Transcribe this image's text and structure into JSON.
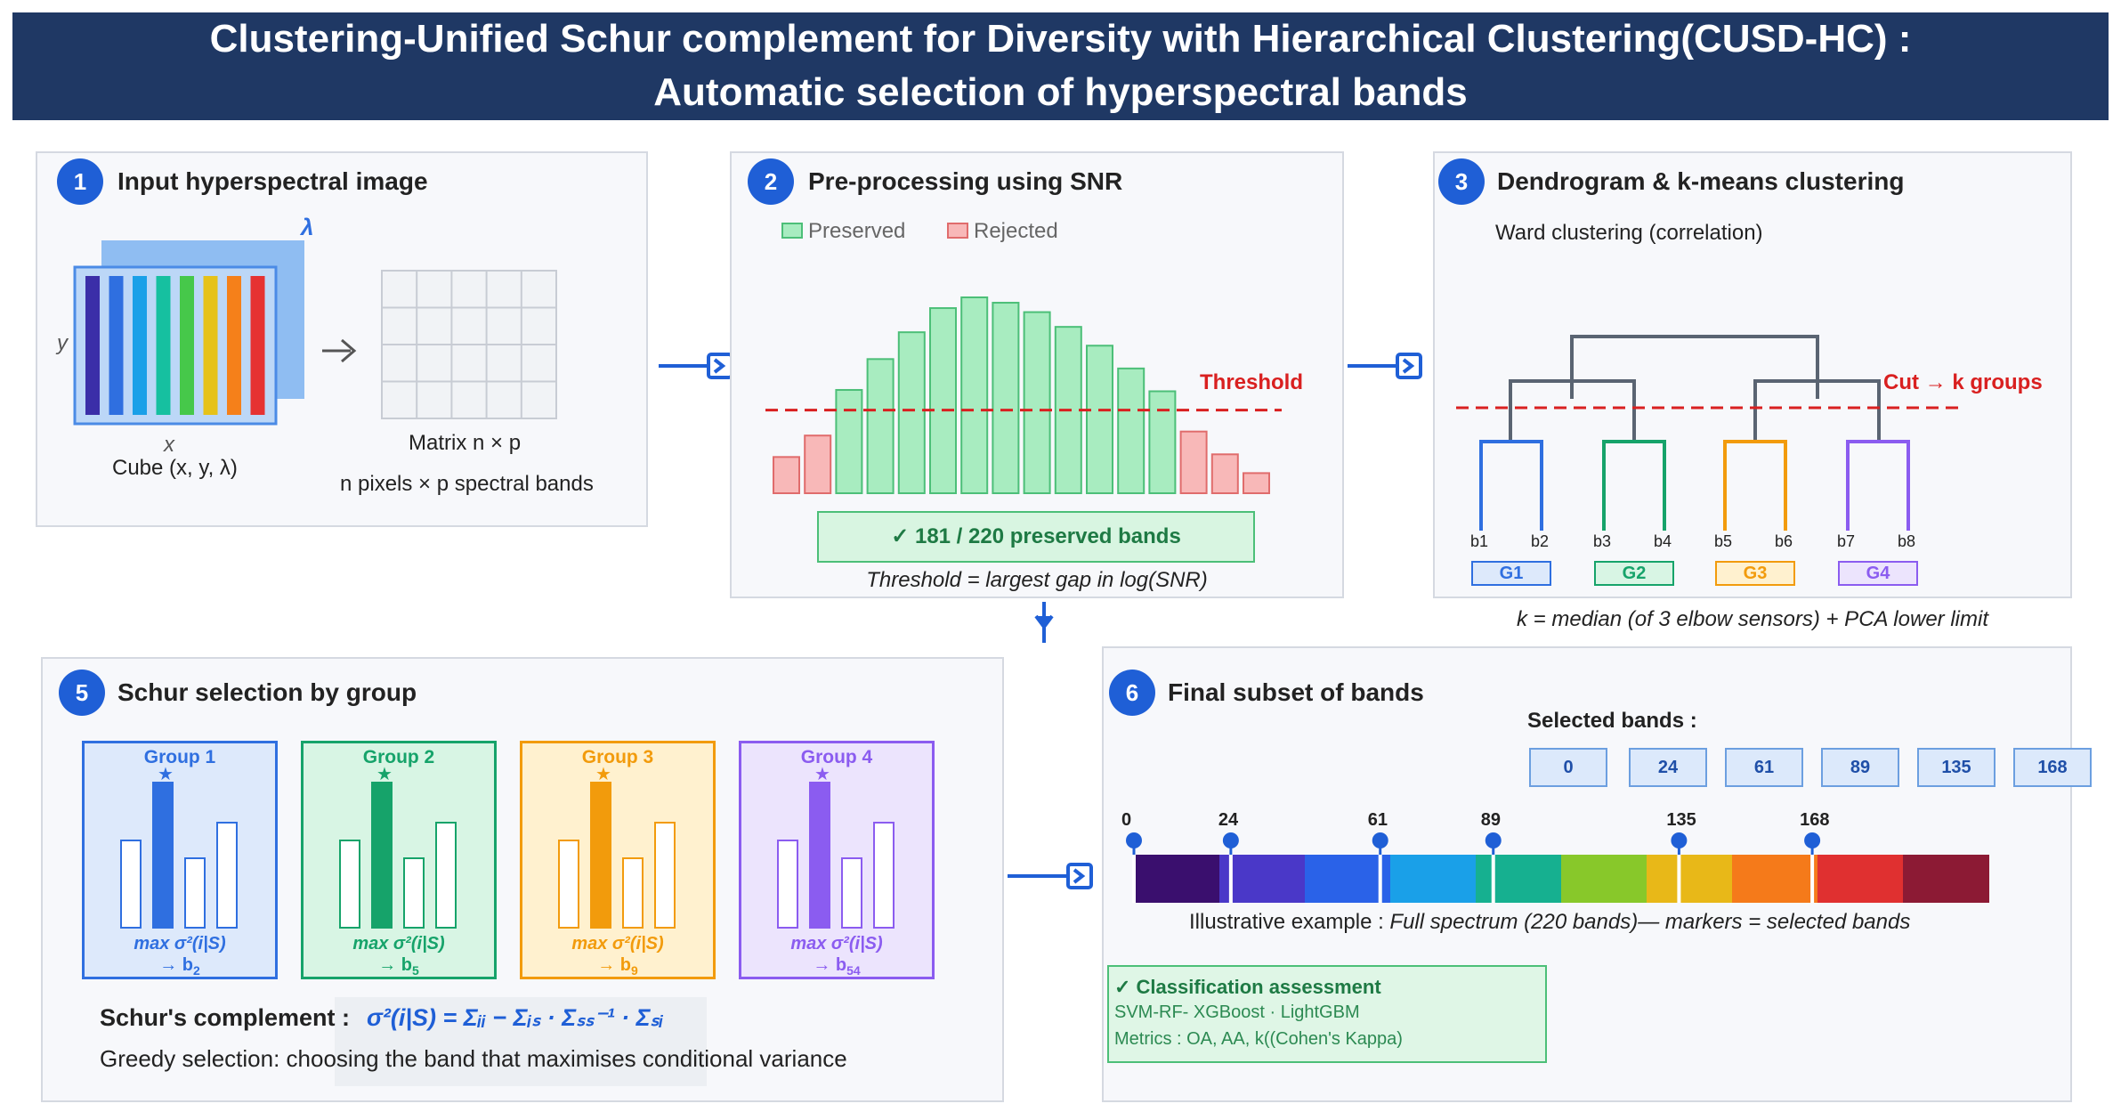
{
  "title": {
    "line1": "Clustering-Unified Schur complement for Diversity with Hierarchical Clustering(CUSD-HC) :",
    "line2": "Automatic selection of hyperspectral bands"
  },
  "colors": {
    "header": "#1f3864",
    "accent": "#1f5fd6",
    "preserved": "#a8ecc0",
    "rejected": "#f8b8b8",
    "threshold": "#d92020"
  },
  "panel1": {
    "number": "1",
    "title": "Input hyperspectral image",
    "lambda": "λ",
    "y_label": "y",
    "x_label": "x",
    "cube_caption": "Cube (x, y, λ)",
    "arrow": "→",
    "matrix_caption": "Matrix n × p",
    "matrix_sub": "n pixels × p spectral bands"
  },
  "panel2": {
    "number": "2",
    "title": "Pre-processing using SNR",
    "legend_preserved": "Preserved",
    "legend_rejected": "Rejected",
    "threshold_label": "Threshold",
    "preserved_box": "✓ 181 / 220 preserved bands",
    "threshold_caption": "Threshold = largest gap in log(SNR)",
    "snr_bars": [
      0.27,
      0.43,
      0.77,
      1.0,
      1.2,
      1.38,
      1.46,
      1.42,
      1.35,
      1.24,
      1.1,
      0.93,
      0.76,
      0.46,
      0.29,
      0.15
    ],
    "threshold_level": 0.62
  },
  "panel3": {
    "number": "3",
    "title": "Dendrogram & k-means clustering",
    "subtitle": "Ward clustering (correlation)",
    "cut_label": "Cut → k groups",
    "leaves": [
      "b1",
      "b2",
      "b3",
      "b4",
      "b5",
      "b6",
      "b7",
      "b8"
    ],
    "groups": [
      "G1",
      "G2",
      "G3",
      "G4"
    ],
    "caption": "k = median (of 3 elbow sensors) + PCA lower limit"
  },
  "panel5": {
    "number": "5",
    "title": "Schur selection by group",
    "groups": [
      {
        "name": "Group 1",
        "formula": "max σ²(i|S)",
        "arrow": "→",
        "result": "b",
        "sub": "2",
        "color": "#2f6fe0",
        "fill": "#dde9fb"
      },
      {
        "name": "Group 2",
        "formula": "max σ²(i|S)",
        "arrow": "→",
        "result": "b",
        "sub": "5",
        "color": "#16a36a",
        "fill": "#d8f5e4"
      },
      {
        "name": "Group 3",
        "formula": "max σ²(i|S)",
        "arrow": "→",
        "result": "b",
        "sub": "9",
        "color": "#f29b0c",
        "fill": "#fff1cf"
      },
      {
        "name": "Group 4",
        "formula": "max σ²(i|S)",
        "arrow": "→",
        "result": "b",
        "sub": "54",
        "color": "#8b5cf0",
        "fill": "#ece4fd"
      }
    ],
    "star": "★",
    "complement_label": "Schur's complement :",
    "complement_formula": "σ²(i|S) = Σᵢᵢ − Σᵢₛ · Σₛₛ⁻¹ · Σₛᵢ",
    "greedy": "Greedy selection: choosing the band that maximises conditional variance"
  },
  "panel6": {
    "number": "6",
    "title": "Final subset of bands",
    "selected_label": "Selected bands :",
    "selected": [
      "0",
      "24",
      "61",
      "89",
      "135",
      "168"
    ],
    "total_bands": 220,
    "spectrum_caption_lead": "Illustrative example : ",
    "spectrum_caption_italic": "Full spectrum (220 bands)— markers = selected bands",
    "classification_title": "✓ Classification assessment",
    "classifiers": "SVM-RF- XGBoost · LightGBM",
    "metrics": "Metrics : OA, AA,  k((Cohen's Kappa)"
  }
}
